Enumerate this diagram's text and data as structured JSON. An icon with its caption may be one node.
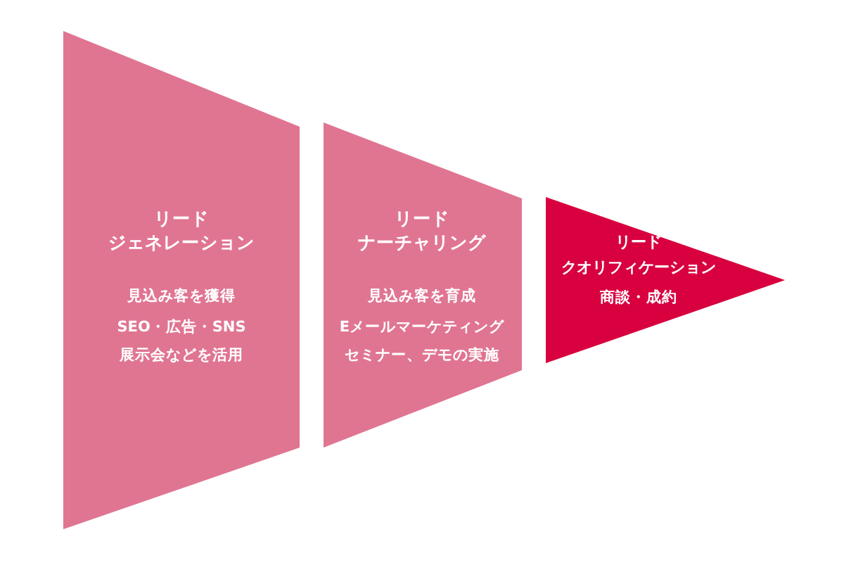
{
  "diagram": {
    "nodes": [
      {
        "text": [
          "リード",
          "ジェネレーション",
          "見込み客を獲得",
          "SEO・広告・SNS",
          "展示会などを活用"
        ]
      },
      {
        "text": [
          "リード",
          "ナーチャリング",
          "見込み客を育成",
          "Eメールマーケティング",
          "セミナー、デモの実施"
        ]
      },
      {
        "text": [
          "リード",
          "クオリフィケーション",
          "商談・成約"
        ]
      }
    ]
  }
}
